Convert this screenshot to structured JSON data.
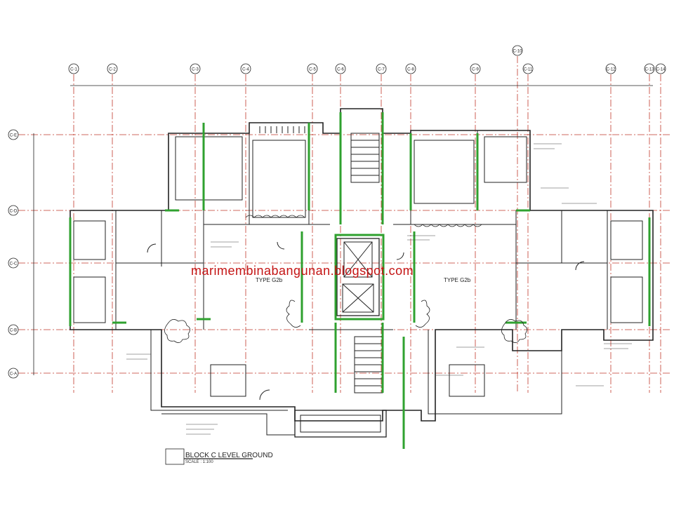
{
  "drawing": {
    "watermark": "marimembinabangunan.blogspot.com",
    "label_type_left": "TYPE G2b",
    "label_type_right": "TYPE G2b",
    "title": "BLOCK C  LEVEL GROUND",
    "scale": "SCALE : 1:100"
  },
  "grid": {
    "columns": [
      "C-1",
      "C-2",
      "C-3",
      "C-4",
      "C-5",
      "C-6",
      "C-7",
      "C-8",
      "C-9",
      "C-10",
      "C-11",
      "C-12",
      "C-13",
      "C-14"
    ],
    "rows": [
      "C-E",
      "C-D",
      "C-C",
      "C-B",
      "C-A"
    ]
  },
  "colors": {
    "line": "#222222",
    "grid_line": "#c0392b",
    "green": "#2fa12f",
    "watermark": "#c41414"
  }
}
